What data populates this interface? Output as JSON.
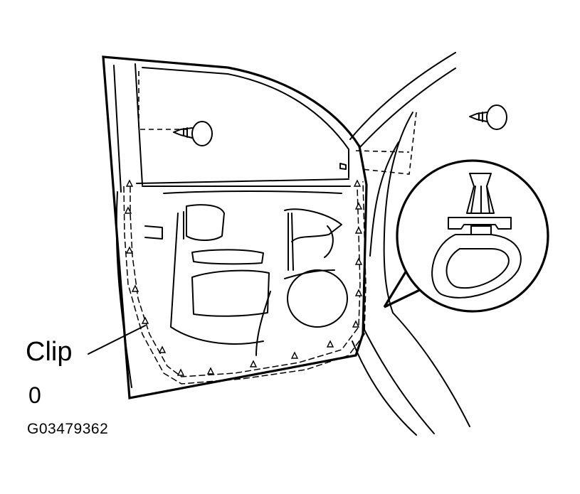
{
  "labels": {
    "clip": "Clip",
    "zero": "0",
    "code": "G03479362"
  },
  "colors": {
    "line": "#000000",
    "background": "#ffffff"
  },
  "icons": [
    "screw-icon",
    "clip-icon"
  ]
}
